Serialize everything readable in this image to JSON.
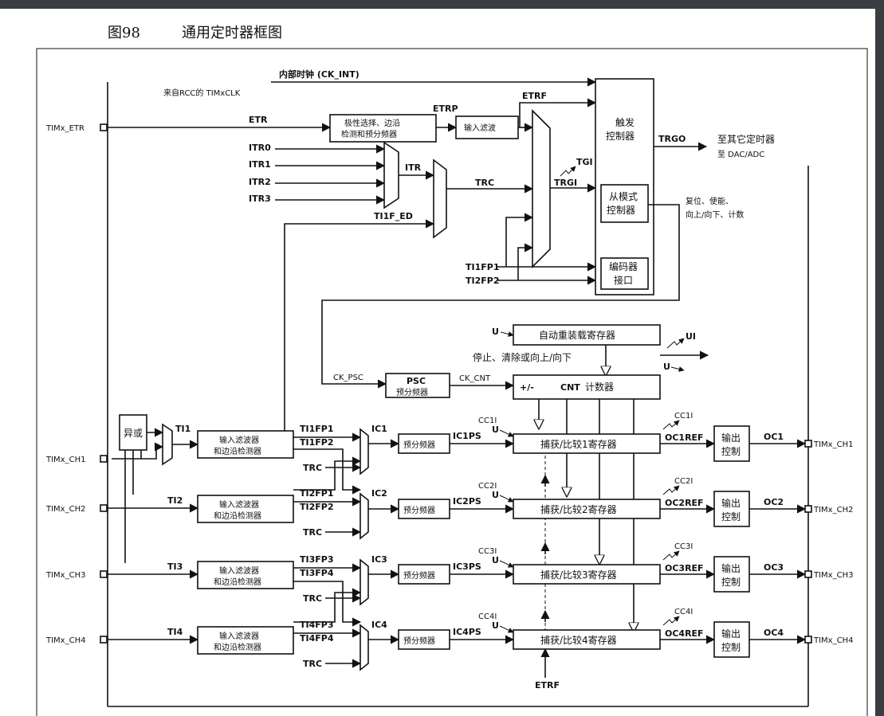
{
  "caption": {
    "figure_no": "图98",
    "title": "通用定时器框图"
  },
  "trigger": {
    "ck_int": "内部时钟 (CK_INT)",
    "rcc_clock": "来自RCC的 TIMxCLK",
    "etr_pin": "TIMx_ETR",
    "etr": "ETR",
    "etrp": "ETRP",
    "etrf": "ETRF",
    "polarity_line1": "极性选择、边沿",
    "polarity_line2": "检测和预分频器",
    "input_filter": "输入滤波",
    "itr": [
      "ITR0",
      "ITR1",
      "ITR2",
      "ITR3"
    ],
    "itr_bus": "ITR",
    "trc": "TRC",
    "ti1f_ed": "TI1F_ED",
    "tgi": "TGI",
    "trgi": "TRGI",
    "ti1fp1": "TI1FP1",
    "ti2fp2": "TI2FP2",
    "trgo": "TRGO",
    "trgo_dest_1": "至其它定时器",
    "trgo_dest_2": "至 DAC/ADC",
    "trig_ctrl_1": "触发",
    "trig_ctrl_2": "控制器",
    "slave_1": "从模式",
    "slave_2": "控制器",
    "slave_out_1": "复位、使能、",
    "slave_out_2": "向上/向下、计数",
    "encoder_1": "编码器",
    "encoder_2": "接口"
  },
  "counter": {
    "u": "U",
    "ui": "UI",
    "arr": "自动重装载寄存器",
    "stop": "停止、清除或向上/向下",
    "ck_psc": "CK_PSC",
    "psc_1": "PSC",
    "psc_2": "预分频器",
    "ck_cnt": "CK_CNT",
    "updown": "+/-",
    "cnt": "CNT",
    "cnt_suffix": "计数器"
  },
  "channels": {
    "xor": "异或",
    "filter_1": "输入滤波器",
    "filter_2": "和边沿检测器",
    "prescaler": "预分频器",
    "output_ctrl_1": "输出",
    "output_ctrl_2": "控制",
    "trc": "TRC",
    "etrf_bottom": "ETRF",
    "items": [
      {
        "pin": "TIMx_CH1",
        "ti": "TI1",
        "fpa": "TI1FP1",
        "fpb": "TI1FP2",
        "ic": "IC1",
        "icps": "IC1PS",
        "cci": "CC1I",
        "reg": "捕获/比较1寄存器",
        "ocref": "OC1REF",
        "oc": "OC1"
      },
      {
        "pin": "TIMx_CH2",
        "ti": "TI2",
        "fpa": "TI2FP1",
        "fpb": "TI2FP2",
        "ic": "IC2",
        "icps": "IC2PS",
        "cci": "CC2I",
        "reg": "捕获/比较2寄存器",
        "ocref": "OC2REF",
        "oc": "OC2"
      },
      {
        "pin": "TIMx_CH3",
        "ti": "TI3",
        "fpa": "TI3FP3",
        "fpb": "TI3FP4",
        "ic": "IC3",
        "icps": "IC3PS",
        "cci": "CC3I",
        "reg": "捕获/比较3寄存器",
        "ocref": "OC3REF",
        "oc": "OC3"
      },
      {
        "pin": "TIMx_CH4",
        "ti": "TI4",
        "fpa": "TI4FP3",
        "fpb": "TI4FP4",
        "ic": "IC4",
        "icps": "IC4PS",
        "cci": "CC4I",
        "reg": "捕获/比较4寄存器",
        "ocref": "OC4REF",
        "oc": "OC4"
      }
    ]
  }
}
